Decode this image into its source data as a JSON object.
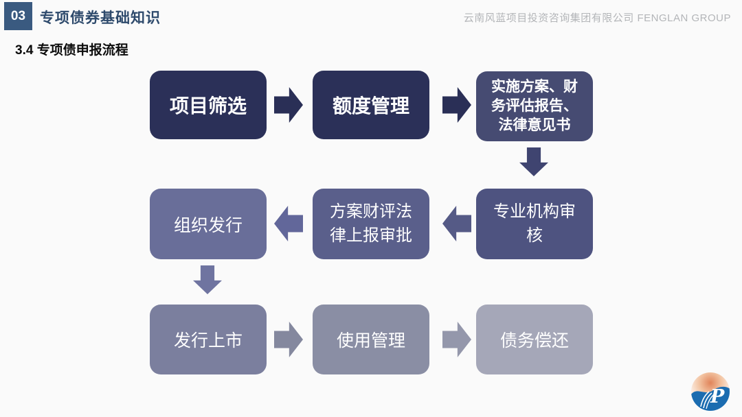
{
  "header": {
    "section_number": "03",
    "section_title": "专项债券基础知识",
    "company": "云南风蓝项目投资咨询集团有限公司 FENGLAN GROUP"
  },
  "slide": {
    "subtitle": "3.4 专项债申报流程"
  },
  "flow": {
    "steps": [
      {
        "label": "项目筛选",
        "color": "#2B3058"
      },
      {
        "label": "额度管理",
        "color": "#2B3058"
      },
      {
        "label": "实施方案、财务评估报告、法律意见书",
        "color": "#464B72"
      },
      {
        "label": "专业机构审核",
        "color": "#4E5380"
      },
      {
        "label": "方案财评法律上报审批",
        "color": "#5A5F8B"
      },
      {
        "label": "组织发行",
        "color": "#696E99"
      },
      {
        "label": "发行上市",
        "color": "#7B7F9E"
      },
      {
        "label": "使用管理",
        "color": "#8A8EA4"
      },
      {
        "label": "债务偿还",
        "color": "#A5A7B8"
      }
    ],
    "arrows": [
      {
        "direction": "right",
        "color": "#2A2F56"
      },
      {
        "direction": "right",
        "color": "#2A2F56"
      },
      {
        "direction": "down",
        "color": "#3F4470"
      },
      {
        "direction": "left",
        "color": "#555A86"
      },
      {
        "direction": "left",
        "color": "#62679A"
      },
      {
        "direction": "down",
        "color": "#6F74A0"
      },
      {
        "direction": "right",
        "color": "#84889E"
      },
      {
        "direction": "right",
        "color": "#9497AB"
      }
    ]
  },
  "logo": {
    "letter": "P"
  },
  "colors": {
    "background": "#FAFAFA",
    "badge_bg": "#3A5A80",
    "badge_text": "#FFFFFF",
    "section_title": "#2E4A6C",
    "company_text": "#B3B5B8",
    "subtitle_text": "#0B0B0B",
    "box_text": "#FFFFFF",
    "logo_blue": "#1B6CB0",
    "logo_orange": "#E0845A"
  }
}
